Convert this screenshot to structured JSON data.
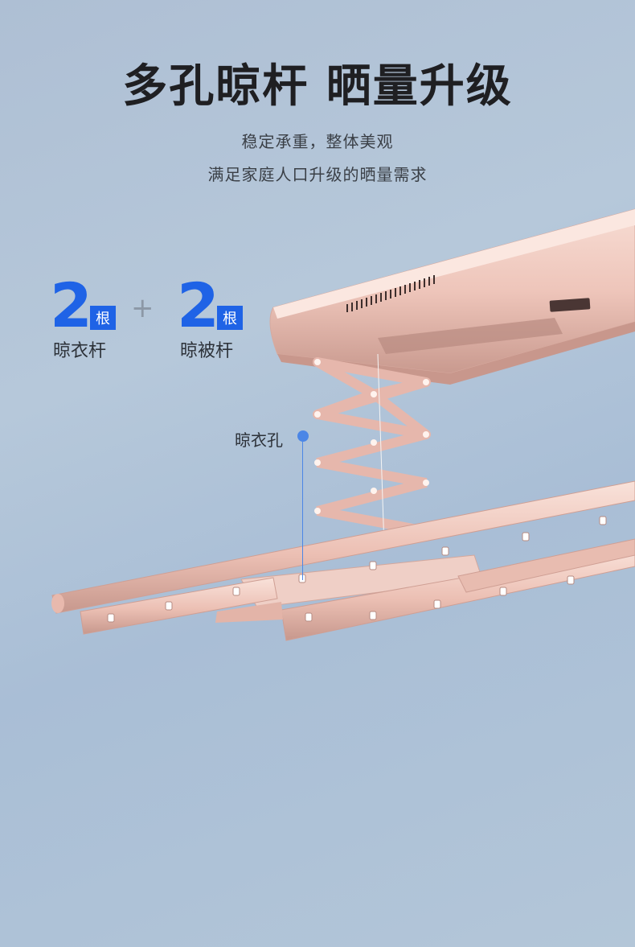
{
  "headline": {
    "title": "多孔晾杆 晒量升级",
    "line1": "稳定承重，整体美观",
    "line2": "满足家庭人口升级的晒量需求"
  },
  "specs": [
    {
      "number": "2",
      "unit": "根",
      "label": "晾衣杆"
    },
    {
      "number": "2",
      "unit": "根",
      "label": "晾被杆"
    }
  ],
  "plus": "+",
  "callout": {
    "label": "晾衣孔"
  },
  "colors": {
    "accent": "#1f63e6",
    "callout": "#4b86e6",
    "product_metal": "#eec7bd"
  }
}
